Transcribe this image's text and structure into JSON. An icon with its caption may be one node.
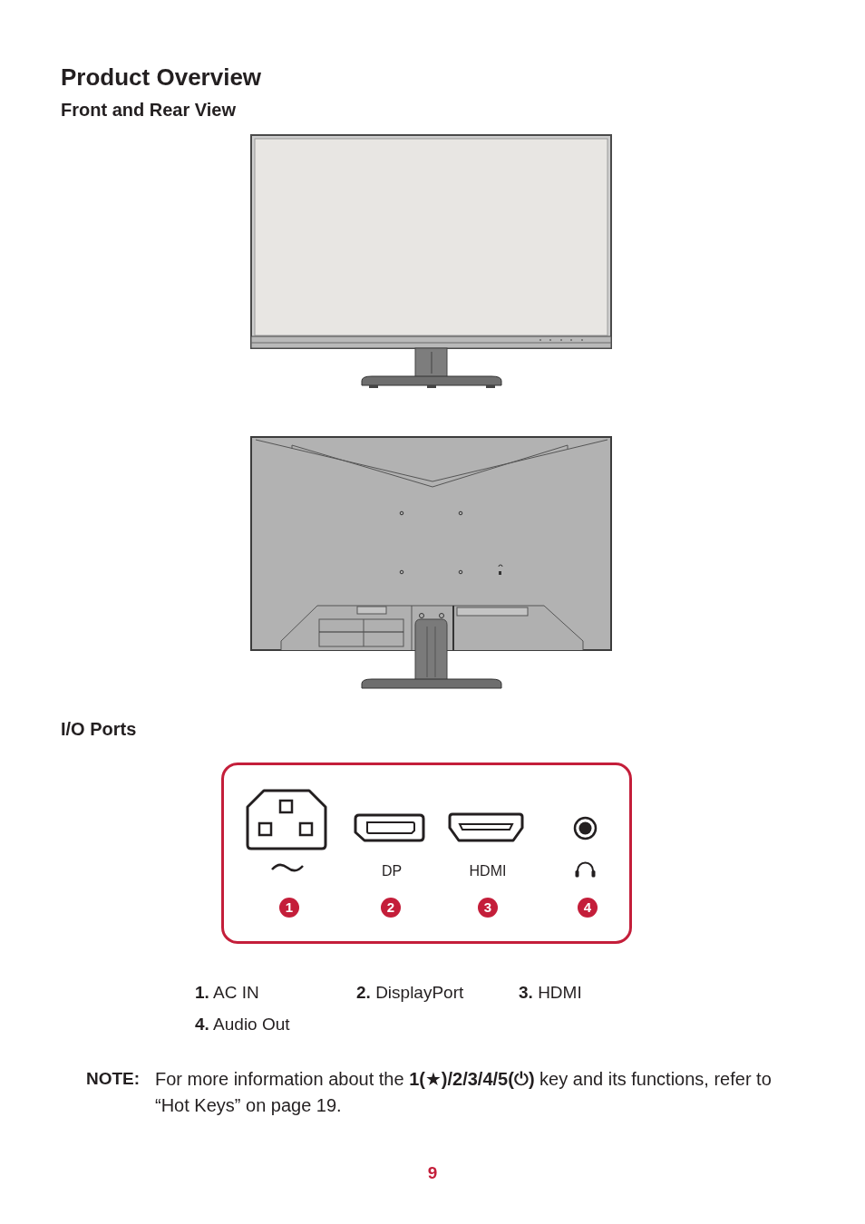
{
  "diagram": {
    "title": "Product Overview",
    "nodes": [
      {
        "text": [
          "DP",
          "HDMI",
          "1",
          "2",
          "3",
          "4"
        ]
      }
    ],
    "labels": [
      "Front and Rear View",
      "I/O Ports",
      "**1.** AC IN",
      "**2.** DisplayPort",
      "**3.** HDMI",
      "**4.** Audio Out",
      "NOTE:",
      "For more information about the **1(★)/2/3/4/5(⏻)** key and its functions, refer to “Hot Keys” on page 19.",
      "9"
    ]
  }
}
